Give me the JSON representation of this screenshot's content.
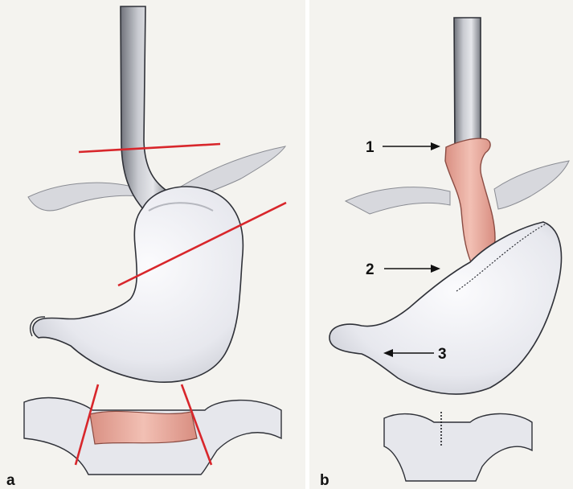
{
  "panels": {
    "a": {
      "letter": "a"
    },
    "b": {
      "letter": "b"
    }
  },
  "callouts": [
    {
      "number": "1"
    },
    {
      "number": "2"
    },
    {
      "number": "3"
    }
  ],
  "colors": {
    "background": "#f4f3ef",
    "organ_fill": "#eef0f5",
    "organ_outline": "#2f3138",
    "resected_tissue": "#e9aea2",
    "cut_line": "#d8262b"
  }
}
